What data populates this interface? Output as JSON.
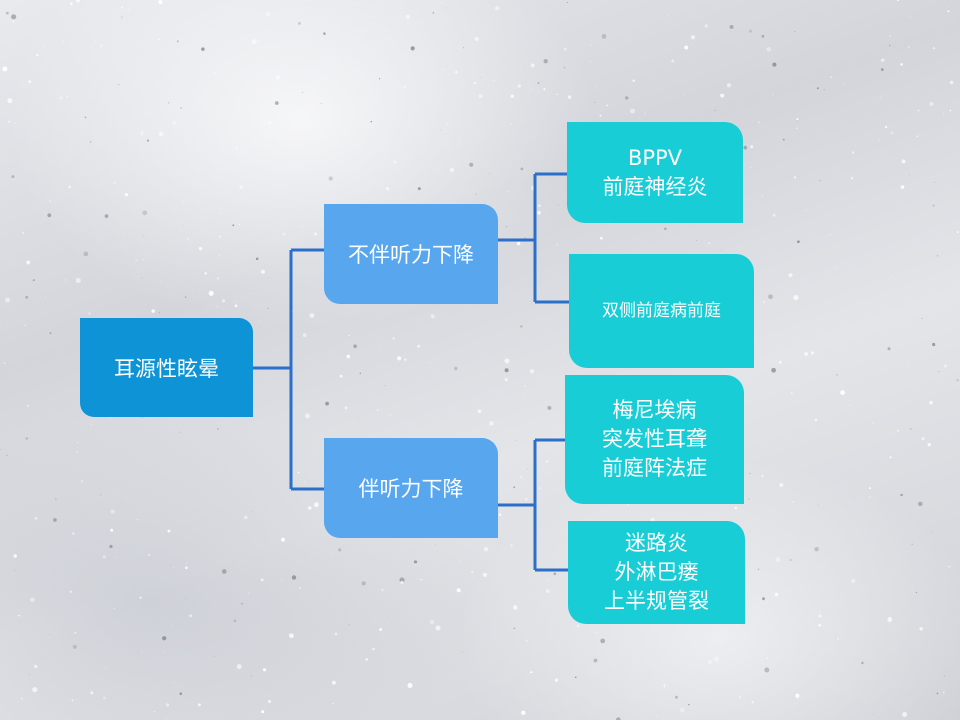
{
  "colors": {
    "root": "#0e93d6",
    "branch": "#57a6ee",
    "leaf": "#19cdd6",
    "connector": "#2a6fc9"
  },
  "diagram": {
    "root": {
      "label": "耳源性眩晕"
    },
    "branches": [
      {
        "label": "不伴听力下降",
        "leaves": [
          {
            "lines": [
              "BPPV",
              "前庭神经炎"
            ]
          },
          {
            "lines": [
              "双侧前庭病前庭"
            ]
          }
        ]
      },
      {
        "label": "伴听力下降",
        "leaves": [
          {
            "lines": [
              "梅尼埃病",
              "突发性耳聋",
              "前庭阵法症"
            ]
          },
          {
            "lines": [
              "迷路炎",
              "外淋巴瘘",
              "上半规管裂"
            ]
          }
        ]
      }
    ]
  }
}
